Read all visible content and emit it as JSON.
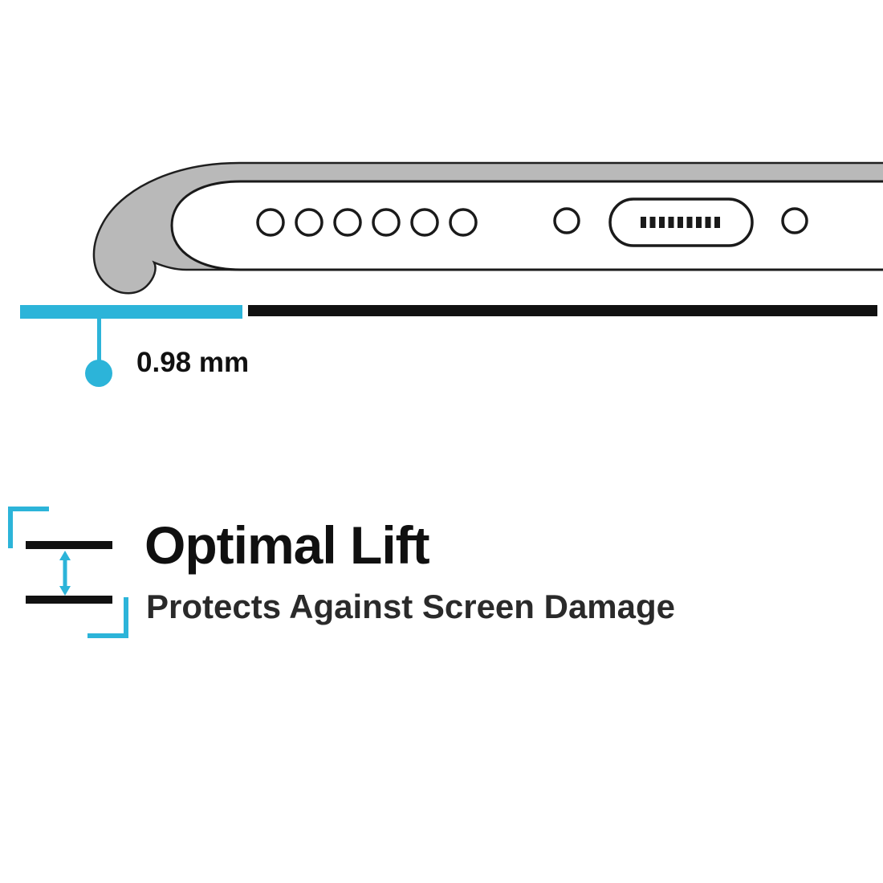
{
  "colors": {
    "accent": "#2cb4d9",
    "ink": "#111111",
    "case_gray": "#b9b9b9",
    "background": "#ffffff"
  },
  "measurement": {
    "value": "0.98 mm"
  },
  "feature": {
    "title": "Optimal Lift",
    "subtitle": "Protects Against Screen Damage"
  },
  "illustration": {
    "speaker_holes": 6,
    "connector_pins": 9,
    "icons": [
      "case-bumper",
      "phone-body",
      "speaker-holes",
      "screw-hole-left",
      "charging-port",
      "connector-pins",
      "screw-hole-right",
      "lift-gap-arrow"
    ]
  }
}
